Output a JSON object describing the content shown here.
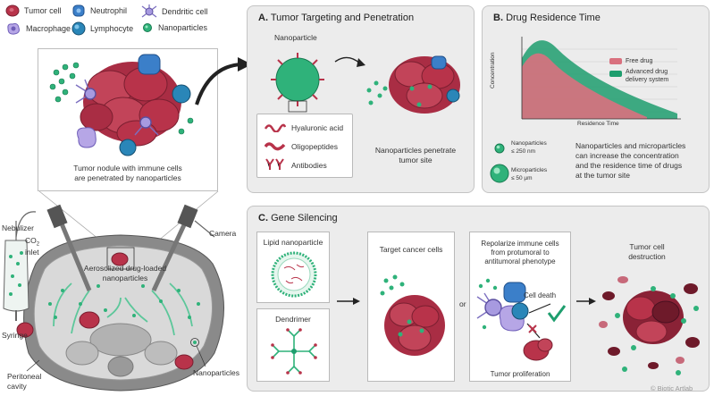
{
  "legend": {
    "tumor_cell": "Tumor cell",
    "neutrophil": "Neutrophil",
    "dendritic_cell": "Dendritic cell",
    "macrophage": "Macrophage",
    "lymphocyte": "Lymphocyte",
    "nanoparticles": "Nanoparticles"
  },
  "left": {
    "nodule_caption_1": "Tumor nodule with immune cells",
    "nodule_caption_2": "are penetrated by nanoparticles",
    "nebulizer": "Nebulizer",
    "co2_label": "CO",
    "co2_sub": "2",
    "inlet": "inlet",
    "camera": "Camera",
    "aerosol_1": "Aerosolized drug-loaded",
    "aerosol_2": "nanoparticles",
    "syringe": "Syringe",
    "peritoneal_1": "Peritoneal",
    "peritoneal_2": "cavity",
    "nanoparticles": "Nanoparticles"
  },
  "panel_a": {
    "letter": "A.",
    "title": "Tumor Targeting and Penetration",
    "nanoparticle": "Nanoparticle",
    "hyaluronic": "Hyaluronic acid",
    "oligopeptides": "Oligopeptides",
    "antibodies": "Antibodies",
    "penetrate_1": "Nanoparticles penetrate",
    "penetrate_2": "tumor site"
  },
  "panel_b": {
    "letter": "B.",
    "title": "Drug Residence Time",
    "ylabel": "Concentration",
    "xlabel": "Residence Time",
    "legend_free": "Free drug",
    "legend_adv_1": "Advanced drug",
    "legend_adv_2": "delivery system",
    "nano_1": "Nanoparticles",
    "nano_2": "≤ 250 nm",
    "micro_1": "Microparticles",
    "micro_2": "≤ 50 µm",
    "desc_1": "Nanoparticles and microparticles",
    "desc_2": "can increase the concentration",
    "desc_3": "and the residence time of drugs",
    "desc_4": "at the tumor site",
    "free_color": "#d9707e",
    "adv_color": "#1e9e6e"
  },
  "panel_c": {
    "letter": "C.",
    "title": "Gene Silencing",
    "lipid": "Lipid nanoparticle",
    "dendrimer": "Dendrimer",
    "target": "Target cancer cells",
    "or": "or",
    "repolarize_1": "Repolarize immune cells",
    "repolarize_2": "from protumoral to",
    "repolarize_3": "antitumoral phenotype",
    "cell_death": "Cell death",
    "tumor_prolif": "Tumor proliferation",
    "destruction_1": "Tumor cell",
    "destruction_2": "destruction"
  },
  "credit": "© Biotic Artlab",
  "colors": {
    "tumor": "#b8334a",
    "nanoparticle": "#2fb27a",
    "neutrophil": "#3b7fc9",
    "lymphocyte": "#2a86b8",
    "dendritic": "#7c6fc0",
    "panel_bg": "#ececec"
  }
}
